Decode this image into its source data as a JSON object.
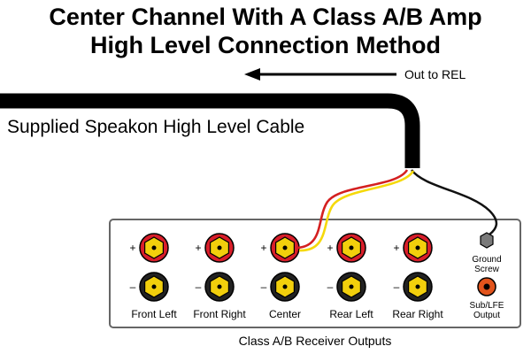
{
  "title": {
    "line1": "Center Channel With A Class A/B Amp",
    "line2": "High Level Connection Method"
  },
  "arrow_label": "Out to REL",
  "cable_label": "Supplied Speakon High Level Cable",
  "panel": {
    "caption": "Class A/B Receiver Outputs",
    "channels": [
      {
        "label": "Front Left"
      },
      {
        "label": "Front Right"
      },
      {
        "label": "Center"
      },
      {
        "label": "Rear Left"
      },
      {
        "label": "Rear Right"
      }
    ],
    "plus_sign": "+",
    "minus_sign": "–",
    "ground_label_1": "Ground",
    "ground_label_2": "Screw",
    "sub_label_1": "Sub/LFE",
    "sub_label_2": "Output"
  },
  "colors": {
    "terminal_fill": "#f2cf0c",
    "terminal_ring_plus": "#d81e2a",
    "terminal_ring_minus": "#222222",
    "wire_red": "#d42020",
    "wire_yellow": "#f5d90a",
    "wire_black": "#111111",
    "sub_jack": "#e2541c",
    "ground_screw": "#7a7a7a"
  }
}
